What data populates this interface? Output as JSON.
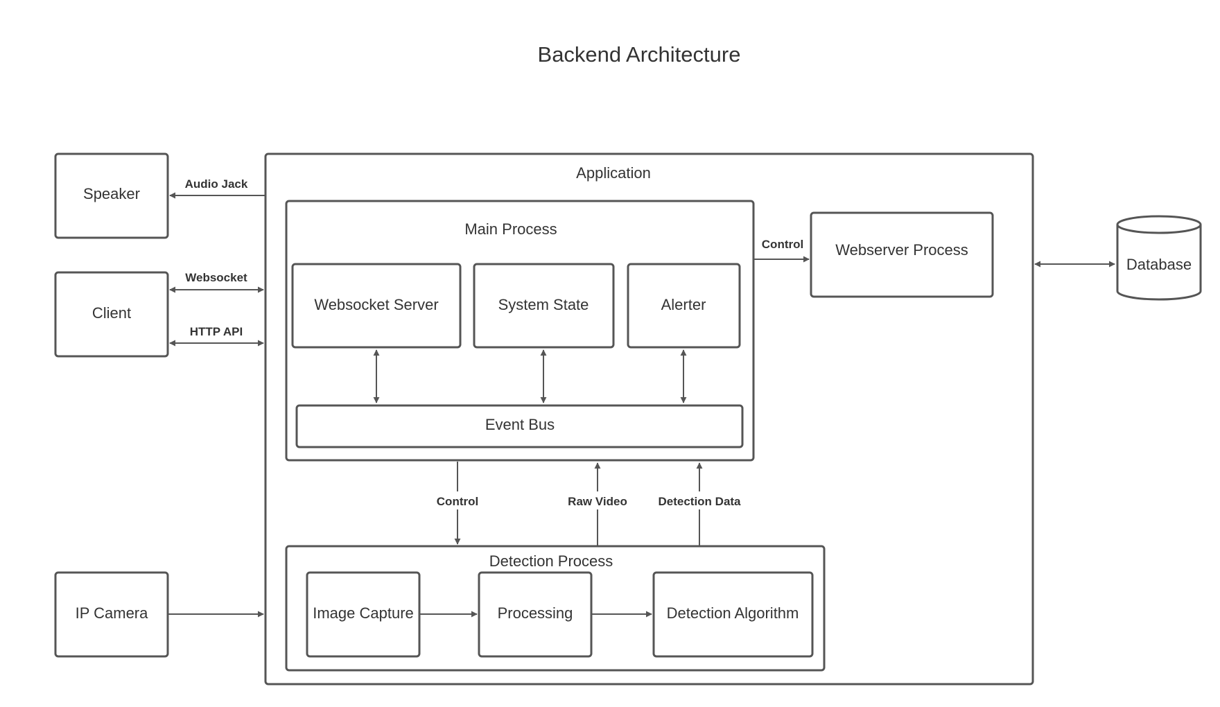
{
  "title": "Backend Architecture",
  "nodes": {
    "speaker": "Speaker",
    "client": "Client",
    "ip_camera": "IP Camera",
    "application": "Application",
    "main_process": "Main Process",
    "websocket_server": "Websocket Server",
    "system_state": "System State",
    "alerter": "Alerter",
    "event_bus": "Event Bus",
    "webserver_process": "Webserver Process",
    "database": "Database",
    "detection_process": "Detection Process",
    "image_capture": "Image Capture",
    "processing": "Processing",
    "detection_algorithm": "Detection Algorithm"
  },
  "edges": {
    "audio_jack": "Audio Jack",
    "websocket": "Websocket",
    "http_api": "HTTP API",
    "control_webserver": "Control",
    "control_detection": "Control",
    "raw_video": "Raw Video",
    "detection_data": "Detection Data"
  }
}
